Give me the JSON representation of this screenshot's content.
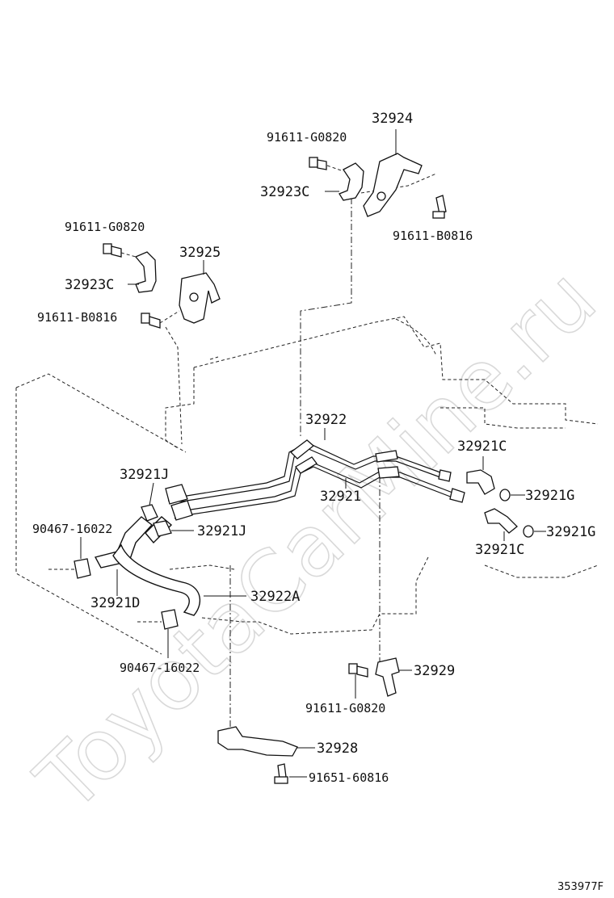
{
  "diagram": {
    "watermark": "ToyotaCarMine.ru",
    "figure_code": "353977F",
    "labels": {
      "p32924": "32924",
      "p91611_g0820_top": "91611-G0820",
      "p32923c_top": "32923C",
      "p91611_b0816_top": "91611-B0816",
      "p91611_g0820_left": "91611-G0820",
      "p32925": "32925",
      "p32923c_left": "32923C",
      "p91611_b0816_left": "91611-B0816",
      "p32922": "32922",
      "p32921": "32921",
      "p32921c_top": "32921C",
      "p32921g_top": "32921G",
      "p32921g_bottom": "32921G",
      "p32921c_bottom": "32921C",
      "p32921j_top": "32921J",
      "p32921j_bottom": "32921J",
      "p90467_16022_top": "90467-16022",
      "p32921d": "32921D",
      "p32922a": "32922A",
      "p90467_16022_bottom": "90467-16022",
      "p32929": "32929",
      "p91611_g0820_bottom": "91611-G0820",
      "p32928": "32928",
      "p91651_60816": "91651-60816"
    }
  }
}
